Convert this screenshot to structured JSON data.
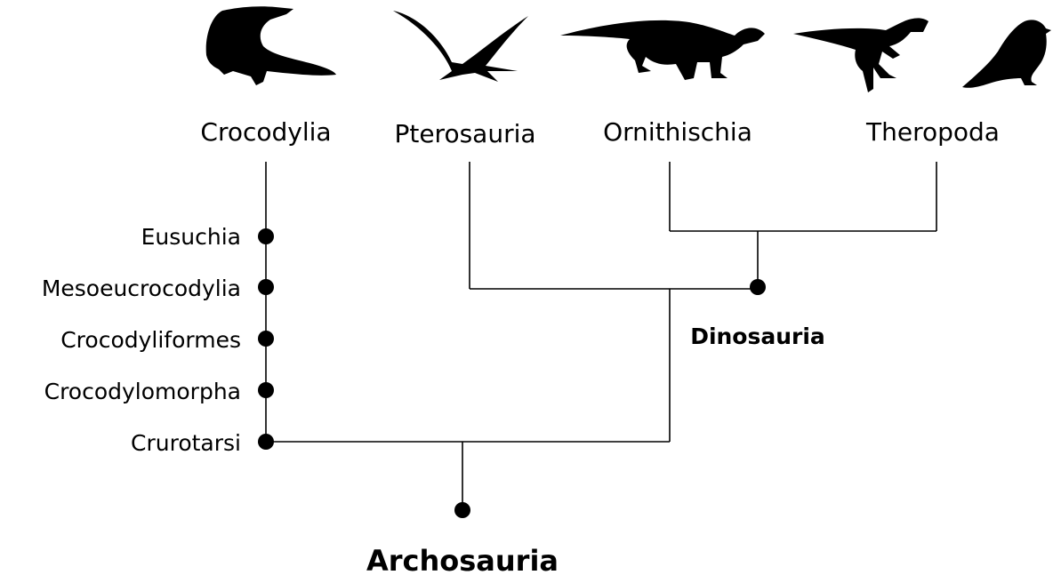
{
  "diagram": {
    "type": "cladogram",
    "leaves": [
      {
        "label": "Crocodylia",
        "icon": "crocodile-silhouette-icon"
      },
      {
        "label": "Pterosauria",
        "icon": "pterosaur-silhouette-icon"
      },
      {
        "label": "Ornithischia",
        "icon": "ornithischian-silhouette-icon"
      },
      {
        "label": "Theropoda",
        "icon": "theropod-silhouette-icon"
      },
      {
        "label": "",
        "icon": "bird-silhouette-icon"
      }
    ],
    "crocodile_line_nodes": [
      "Eusuchia",
      "Mesoeucrocodylia",
      "Crocodyliformes",
      "Crocodylomorpha",
      "Crurotarsi"
    ],
    "clades": {
      "dinosauria": "Dinosauria",
      "archosauria": "Archosauria"
    }
  }
}
